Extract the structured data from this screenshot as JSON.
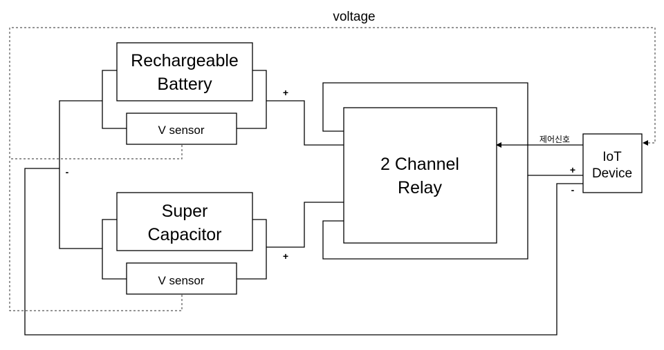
{
  "top_label": "voltage",
  "blocks": {
    "battery": {
      "line1": "Rechargeable",
      "line2": "Battery"
    },
    "battery_sensor": {
      "label": "V sensor"
    },
    "capacitor": {
      "line1": "Super",
      "line2": "Capacitor"
    },
    "capacitor_sensor": {
      "label": "V sensor"
    },
    "relay": {
      "line1": "2 Channel",
      "line2": "Relay"
    },
    "iot": {
      "line1": "IoT",
      "line2": "Device"
    }
  },
  "signals": {
    "control": "제어신호"
  },
  "polarity": {
    "battery_plus": "+",
    "capacitor_plus": "+",
    "common_minus": "-",
    "iot_plus": "+",
    "iot_minus": "-"
  }
}
